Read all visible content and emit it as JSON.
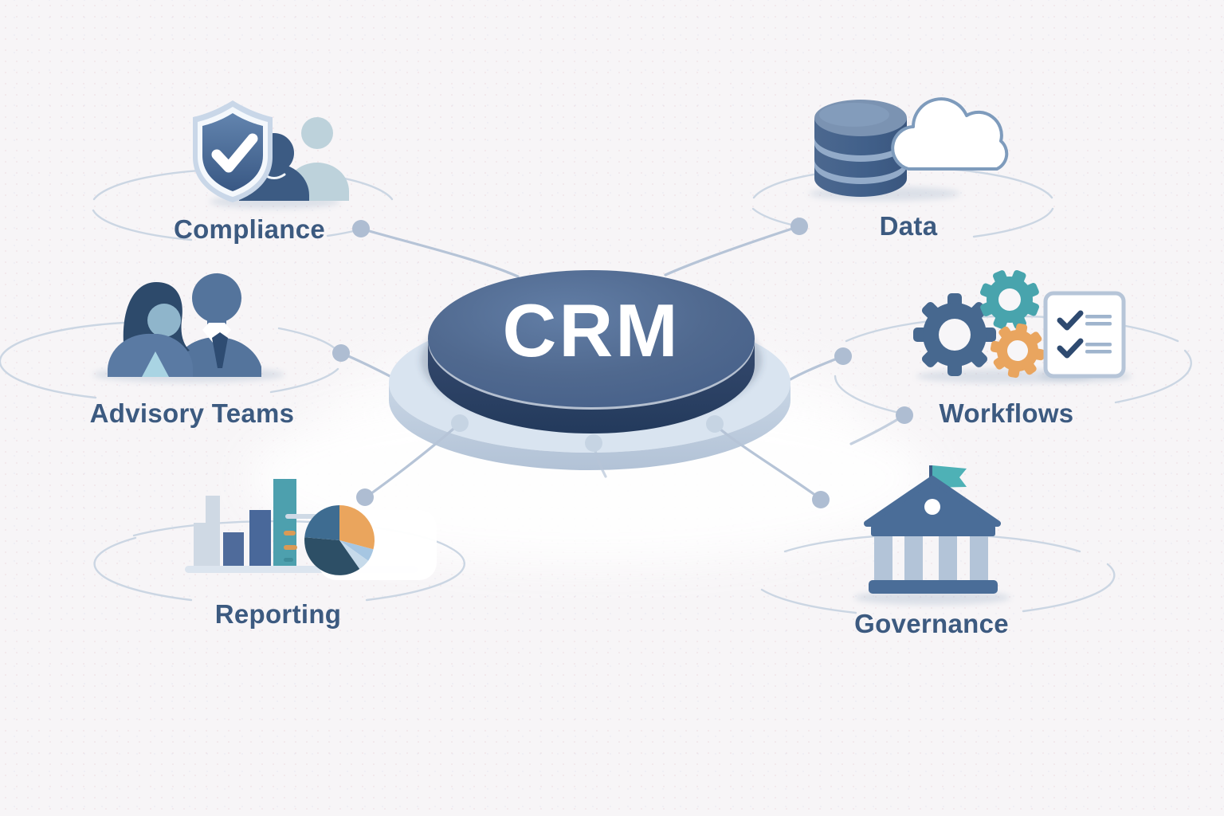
{
  "center": {
    "label": "CRM",
    "icon": "crm-hub-disc"
  },
  "nodes": [
    {
      "id": "compliance",
      "label": "Compliance",
      "icon": "shield-check-users-icon"
    },
    {
      "id": "data",
      "label": "Data",
      "icon": "database-cloud-icon"
    },
    {
      "id": "advisory-teams",
      "label": "Advisory Teams",
      "icon": "two-people-icon"
    },
    {
      "id": "workflows",
      "label": "Workflows",
      "icon": "gears-checklist-icon"
    },
    {
      "id": "reporting",
      "label": "Reporting",
      "icon": "bar-pie-chart-icon"
    },
    {
      "id": "governance",
      "label": "Governance",
      "icon": "bank-building-icon"
    }
  ],
  "palette": {
    "background": "#f7f5f7",
    "label_text": "#3c5a80",
    "center_text": "#ffffff",
    "disc_top": "#4f6b94",
    "disc_side": "#2a4164",
    "platform": "#c3d2e2",
    "connector": "#b6c4d7",
    "orbit": "#cbd6e3",
    "accent_teal": "#4aa3ab",
    "accent_orange": "#e8a55e",
    "accent_light_blue": "#bdd2db"
  }
}
